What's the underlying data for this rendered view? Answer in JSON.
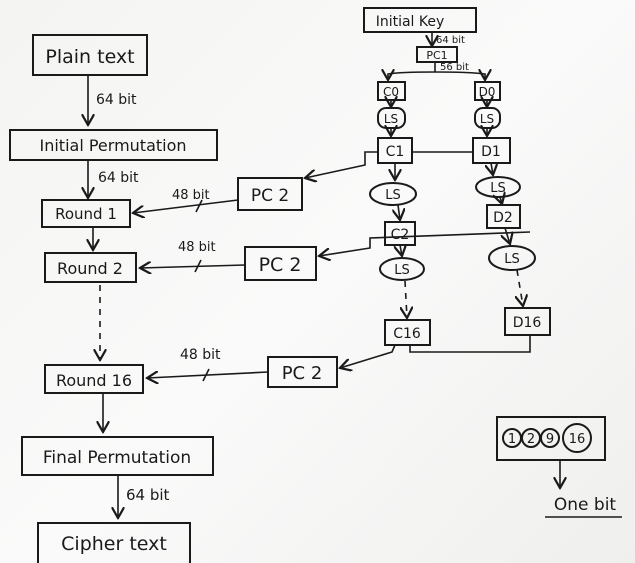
{
  "left_chain": {
    "plain_text": "Plain text",
    "bits_1": "64 bit",
    "initial_permutation": "Initial Permutation",
    "bits_2": "64 bit",
    "round_1": "Round 1",
    "round_2": "Round 2",
    "round_16": "Round 16",
    "final_permutation": "Final Permutation",
    "bits_3": "64 bit",
    "cipher_text": "Cipher text"
  },
  "pc2": {
    "label": "PC 2",
    "bits": "48 bit"
  },
  "key_schedule": {
    "initial_key": "Initial Key",
    "bits_key": "64 bit",
    "pc1": "PC1",
    "bits_pc1": "56 bit",
    "c0": "C0",
    "d0": "D0",
    "ls": "LS",
    "c1": "C1",
    "d1": "D1",
    "c2": "C2",
    "d2": "D2",
    "c16": "C16",
    "d16": "D16"
  },
  "one_bit_shift": {
    "rounds": [
      "1",
      "2",
      "9",
      "16"
    ],
    "label": "One bit"
  }
}
